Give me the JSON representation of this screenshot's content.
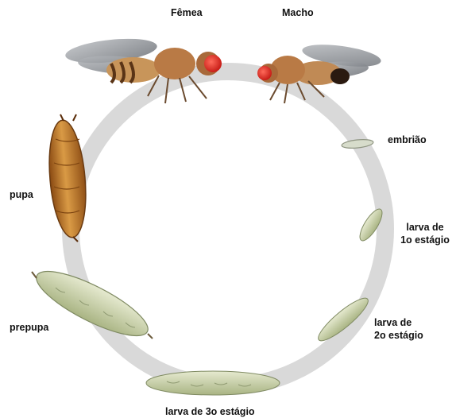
{
  "diagram": {
    "labels": {
      "female": "Fêmea",
      "male": "Macho",
      "embryo": "embrião",
      "larva1_line1": "larva de",
      "larva1_line2": "1o estágio",
      "larva2_line1": "larva de",
      "larva2_line2": "2o estágio",
      "larva3": "larva de 3o estágio",
      "prepupa": "prepupa",
      "pupa": "pupa"
    },
    "colors": {
      "background": "#ffffff",
      "cycle_ring": "#d9d9d9",
      "fly_eye": "#e0302a",
      "fly_body": "#c8955a",
      "pupa": "#c6822f",
      "larva": "#c9d2a6"
    },
    "icons": [
      "female-fly-icon",
      "male-fly-icon",
      "embryo-icon",
      "larva-icon",
      "prepupa-icon",
      "pupa-icon"
    ]
  }
}
